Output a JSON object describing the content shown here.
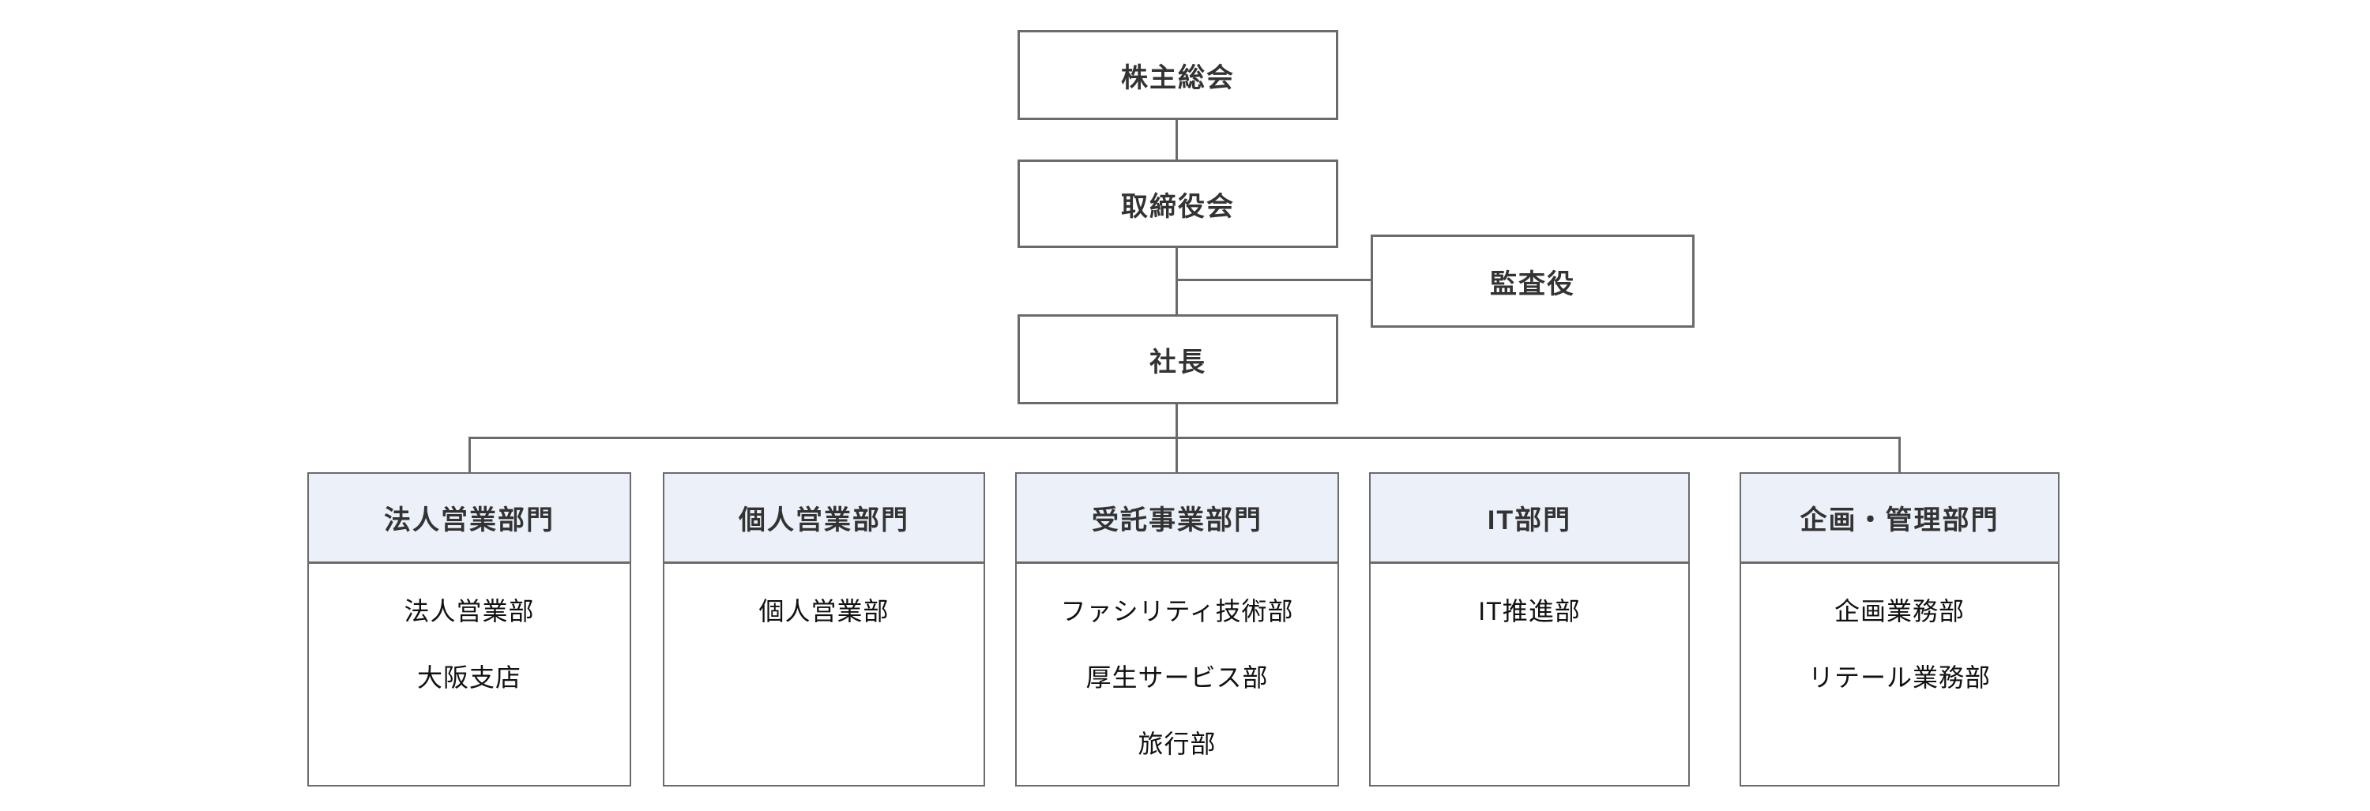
{
  "org": {
    "governance": [
      {
        "label": "株主総会"
      },
      {
        "label": "取締役会"
      },
      {
        "label": "社長"
      }
    ],
    "auditor": {
      "label": "監査役"
    },
    "divisions": [
      {
        "title": "法人営業部門",
        "items": [
          "法人営業部",
          "大阪支店"
        ]
      },
      {
        "title": "個人営業部門",
        "items": [
          "個人営業部"
        ]
      },
      {
        "title": "受託事業部門",
        "items": [
          "ファシリティ技術部",
          "厚生サービス部",
          "旅行部"
        ]
      },
      {
        "title": "IT部門",
        "items": [
          "IT推進部"
        ]
      },
      {
        "title": "企画・管理部門",
        "items": [
          "企画業務部",
          "リテール業務部"
        ]
      }
    ],
    "colors": {
      "line": "#6b6b6b",
      "header_fill": "#ebf0f9",
      "title_text": "#333333",
      "body_text": "#111111",
      "background": "#ffffff"
    }
  }
}
